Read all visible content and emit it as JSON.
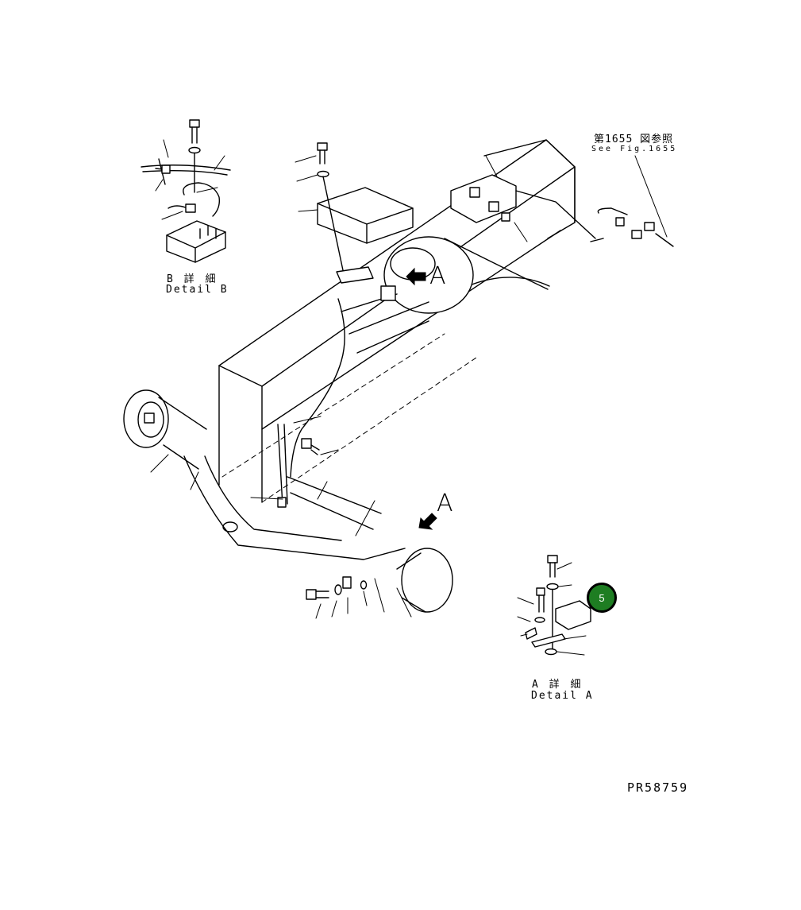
{
  "labels": {
    "fig_ref_jp": "第1655 図参照",
    "fig_ref_en": "See Fig.1655",
    "detail_b_jp": "B 詳 細",
    "detail_b_en": "Detail B",
    "detail_a_jp": "A 詳 細",
    "detail_a_en": "Detail A",
    "view_arrow_a_top": "A",
    "view_arrow_a_bottom": "A",
    "drawing_no": "PR58759"
  },
  "callouts": [
    {
      "number": "5",
      "color": "#1e7d22"
    }
  ]
}
